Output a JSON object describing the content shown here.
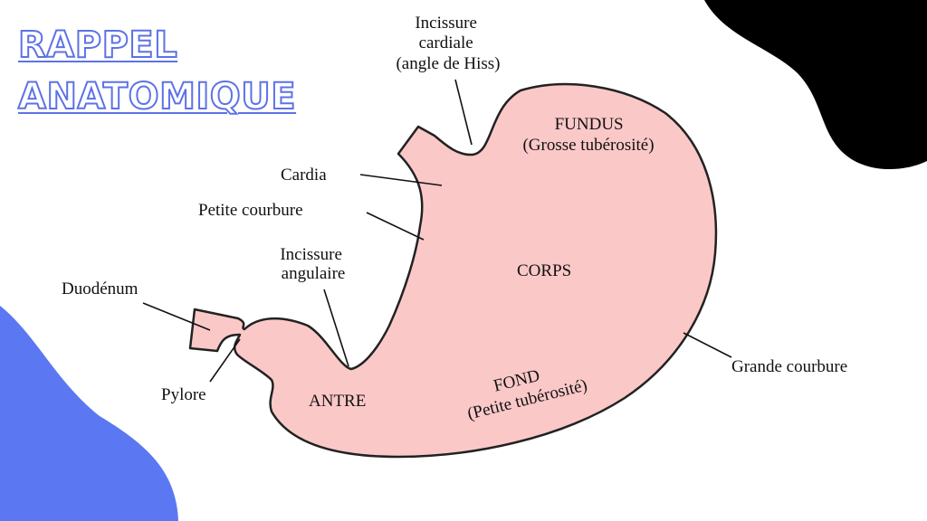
{
  "title": {
    "line1": "RAPPEL",
    "line2": "ANATOMIQUE"
  },
  "colors": {
    "title_outline": "#5d72e6",
    "blue_blob": "#5b78f2",
    "black_blob": "#000000",
    "stomach_fill": "#fbc8c8",
    "stomach_stroke": "#222222"
  },
  "labels": {
    "incisure_cardiale": [
      "Incissure",
      "cardiale",
      "(angle de Hiss)"
    ],
    "fundus": [
      "FUNDUS",
      "(Grosse tubérosité)"
    ],
    "cardia": "Cardia",
    "petite_courbure": "Petite courbure",
    "incisure_angulaire": [
      "Incissure",
      "angulaire"
    ],
    "duodenum": "Duodénum",
    "corps": "CORPS",
    "grande_courbure": "Grande courbure",
    "pylore": "Pylore",
    "antre": "ANTRE",
    "fond": [
      "FOND",
      "(Petite tubérosité)"
    ]
  }
}
